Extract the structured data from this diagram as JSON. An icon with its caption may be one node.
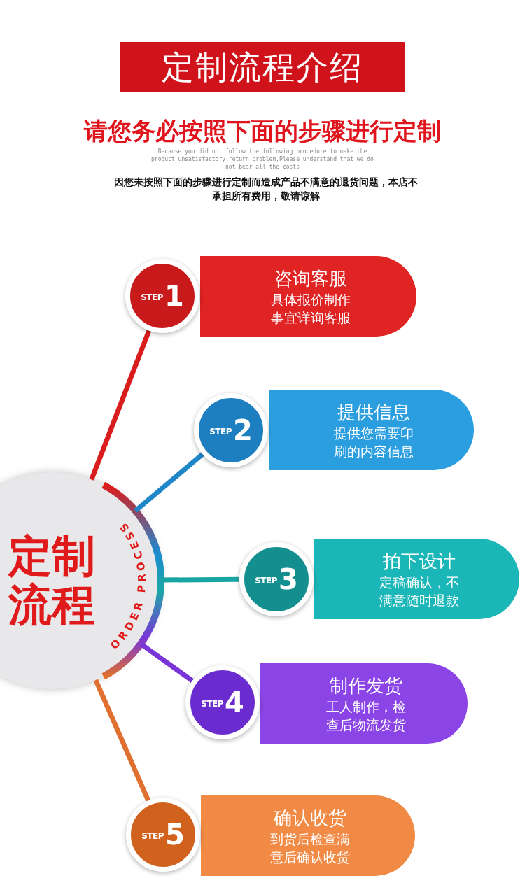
{
  "diagram": {
    "title": "定制流程介绍",
    "nodes": [
      {
        "text": [
          "定制流程",
          "ORDER PROCESS"
        ]
      },
      {
        "text": [
          "STEP",
          "1"
        ]
      },
      {
        "text": [
          "咨询客服",
          "具体报价制作事宜详询客服"
        ]
      },
      {
        "text": [
          "STEP",
          "2"
        ]
      },
      {
        "text": [
          "提供信息",
          "提供您需要印刷的内容信息"
        ]
      },
      {
        "text": [
          "STEP",
          "3"
        ]
      },
      {
        "text": [
          "拍下设计",
          "定稿确认，不满意随时退款"
        ]
      },
      {
        "text": [
          "STEP",
          "4"
        ]
      },
      {
        "text": [
          "制作发货",
          "工人制作，检查后物流发货"
        ]
      },
      {
        "text": [
          "STEP",
          "5"
        ]
      },
      {
        "text": [
          "确认收货",
          "到货后检查满意后确认收货"
        ]
      }
    ],
    "edges": [
      {
        "from": 0,
        "to": 1,
        "arrow": "none",
        "color": "#d91c1c"
      },
      {
        "from": 0,
        "to": 3,
        "arrow": "none",
        "color": "#1f86c8"
      },
      {
        "from": 0,
        "to": 5,
        "arrow": "none",
        "color": "#1aa5a5"
      },
      {
        "from": 0,
        "to": 7,
        "arrow": "none",
        "color": "#7a35d8"
      },
      {
        "from": 0,
        "to": 9,
        "arrow": "none",
        "color": "#df7030"
      }
    ],
    "labels": [
      "请您务必按照下面的步骤进行定制",
      "Because you did not follow the following procedure to make the product unsatisfactory return problem,Please understand that we do not bear all the costs",
      "因您未按照下面的步骤进行定制而造成产品不满意的退货问题，本店不承担所有费用，敬请谅解"
    ]
  }
}
